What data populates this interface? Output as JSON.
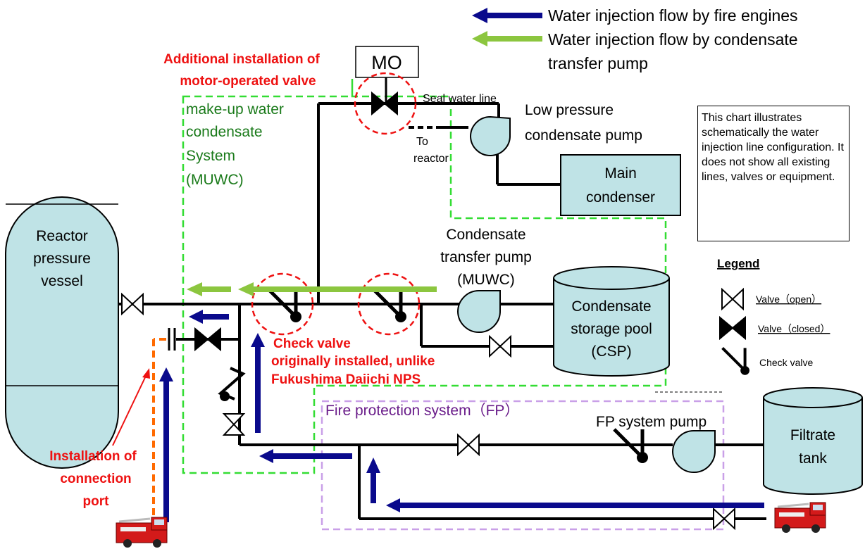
{
  "flow_legend": {
    "fire_engines": "Water injection flow by fire engines",
    "condensate_pump_line1": "Water injection flow by condensate",
    "condensate_pump_line2": "transfer pump",
    "fire_color": "#0a0a8c",
    "condensate_color": "#8cc63f"
  },
  "mo_label": "MO",
  "annotations": {
    "motor_valve_line1": "Additional installation of",
    "motor_valve_line2": "motor-operated valve",
    "check_valve_line1": "Check valve",
    "check_valve_line2": "originally installed, unlike",
    "check_valve_line3": "Fukushima Daiichi NPS",
    "connection_line1": "Installation of",
    "connection_line2": "connection",
    "connection_line3": "port"
  },
  "labels": {
    "seal_water": "Seal water line",
    "low_pressure_line1": "Low pressure",
    "low_pressure_line2": "condensate pump",
    "to": "To",
    "reactor": "reactor",
    "main_condenser_line1": "Main",
    "main_condenser_line2": "condenser",
    "muwc_line1": "make-up water",
    "muwc_line2": "condensate",
    "muwc_line3": "System",
    "muwc_line4": "(MUWC)",
    "rpv_line1": "Reactor",
    "rpv_line2": "pressure",
    "rpv_line3": "vessel",
    "ctp_line1": "Condensate",
    "ctp_line2": "transfer pump",
    "ctp_line3": "(MUWC)",
    "csp_line1": "Condensate",
    "csp_line2": "storage pool",
    "csp_line3": "(CSP)",
    "fp_system": "Fire protection system（FP）",
    "fp_pump": "FP system pump",
    "filtrate_line1": "Filtrate",
    "filtrate_line2": "tank"
  },
  "note": "This chart illustrates schematically the water injection line configuration. It does not show all existing lines, valves or equipment.",
  "legend": {
    "title": "Legend",
    "valve_open": "Valve（open）",
    "valve_closed": "Valve（closed）",
    "check_valve": "Check valve"
  },
  "colors": {
    "vessel_fill": "#bfe3e6",
    "muwc_border": "#33dd33",
    "fp_border": "#c9a0e8",
    "annotation_red": "#ee1111",
    "port_orange": "#ff6a00"
  }
}
